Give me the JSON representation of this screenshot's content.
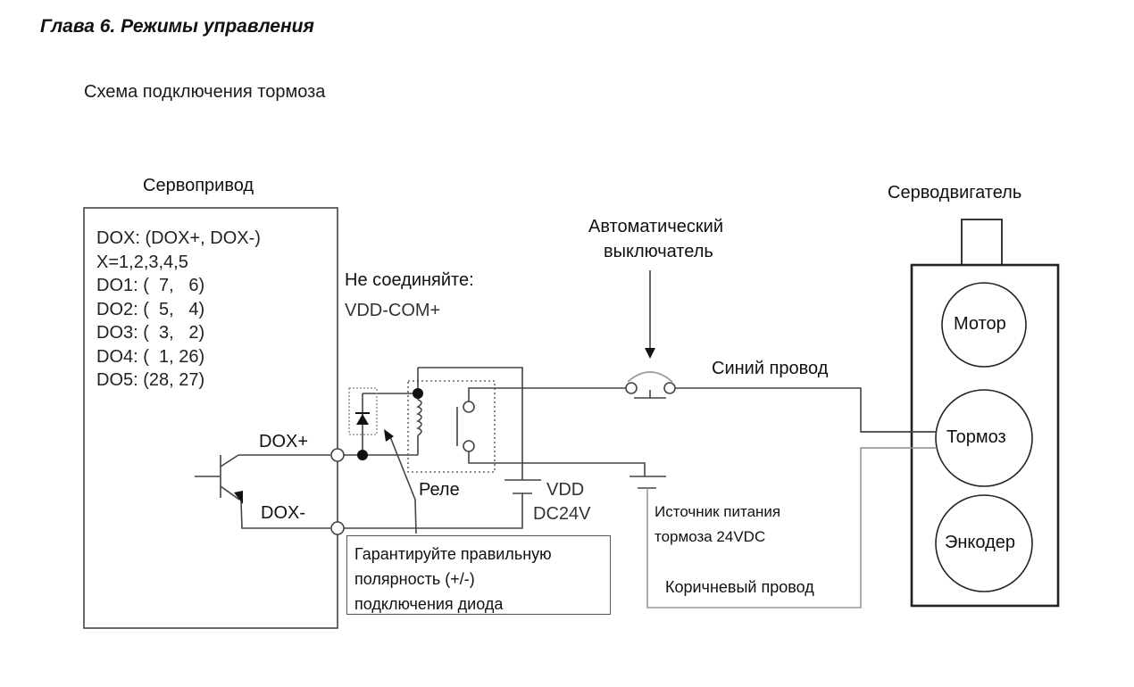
{
  "header": {
    "chapter_title": "Глава 6.  Режимы управления",
    "section_title": "Схема подключения тормоза"
  },
  "servo_drive": {
    "label": "Сервопривод",
    "code_lines": [
      "DOX: (DOX+, DOX-)",
      "X=1,2,3,4,5",
      "DO1: (  7,   6)",
      "DO2: (  5,   4)",
      "DO3: (  3,   2)",
      "DO4: (  1, 26)",
      "DO5: (28, 27)"
    ],
    "terminal_plus": "DOX+",
    "terminal_minus": "DOX-"
  },
  "warning": {
    "line1": "Не соединяйте:",
    "line2": "VDD-COM+"
  },
  "relay": {
    "label": "Реле"
  },
  "vdd": {
    "line1": "VDD",
    "line2": "DC24V"
  },
  "diode_note": {
    "lines": [
      "Гарантируйте правильную",
      "полярность (+/-)",
      "подключения диода"
    ]
  },
  "breaker": {
    "line1": "Автоматический",
    "line2": "выключатель"
  },
  "blue_wire": {
    "label": "Синий провод"
  },
  "brake_supply": {
    "line1": "Источник питания",
    "line2": "тормоза 24VDC"
  },
  "brown_wire": {
    "label": "Коричневый провод"
  },
  "servo_motor": {
    "label": "Серводвигатель",
    "components": [
      "Мотор",
      "Тормоз",
      "Энкодер"
    ]
  }
}
